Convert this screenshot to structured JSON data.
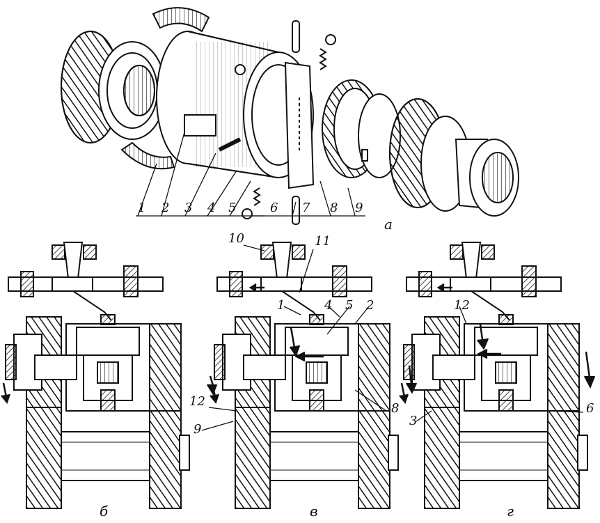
{
  "figure": {
    "panels": {
      "a": {
        "caption": "а",
        "labels": [
          "1",
          "2",
          "3",
          "4",
          "5",
          "6",
          "7",
          "8",
          "9"
        ]
      },
      "b": {
        "caption": "б"
      },
      "v": {
        "caption": "в",
        "labels": [
          "10",
          "11",
          "1",
          "4",
          "5",
          "2",
          "12",
          "9",
          "8"
        ]
      },
      "g": {
        "caption": "г",
        "labels": [
          "12",
          "3",
          "6"
        ]
      }
    }
  }
}
